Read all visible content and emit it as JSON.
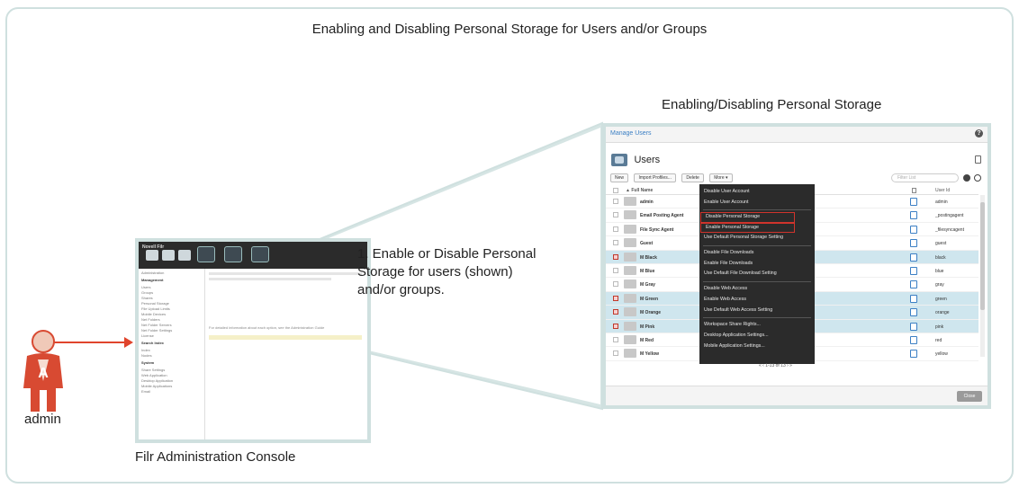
{
  "titles": {
    "main": "Enabling and Disabling Personal Storage for Users and/or Groups",
    "panel": "Enabling/Disabling Personal Storage",
    "console": "Filr Administration Console",
    "admin": "admin",
    "step_line1": "1. Enable or Disable Personal",
    "step_line2": "Storage for users (shown)",
    "step_line3": "and/or groups."
  },
  "console": {
    "logo": "Novell Filr",
    "nav_header": "Administration",
    "management_label": "Management",
    "nav_items": [
      "Users",
      "Groups",
      "Shares",
      "Personal Storage",
      "File Upload Limits",
      "Mobile Devices",
      "Net Folders",
      "Net Folder Servers",
      "Net Folder Settings",
      "License"
    ],
    "search_label": "Search Index",
    "search_items": [
      "Index",
      "Nodes"
    ],
    "system_label": "System",
    "system_items": [
      "Share Settings",
      "Web Application",
      "Desktop Application",
      "Mobile Applications",
      "Email"
    ],
    "note": "For detailed information about each option, see the Administration Guide"
  },
  "panel": {
    "breadcrumb": "Manage Users",
    "title": "Users",
    "toolbar": {
      "new": "New",
      "import": "Import Profiles...",
      "delete": "Delete",
      "more": "More ▾"
    },
    "filter_placeholder": "Filter List",
    "col_name": "▲ Full Name",
    "col_id": "User Id",
    "rows": [
      {
        "name": "admin",
        "id": "admin",
        "selected": false
      },
      {
        "name": "Email Posting Agent",
        "id": "_postingagent",
        "selected": false
      },
      {
        "name": "File Sync Agent",
        "id": "_filesyncagent",
        "selected": false
      },
      {
        "name": "Guest",
        "id": "guest",
        "selected": false
      },
      {
        "name": "M Black",
        "id": "black",
        "selected": true
      },
      {
        "name": "M Blue",
        "id": "blue",
        "selected": false
      },
      {
        "name": "M Gray",
        "id": "gray",
        "selected": false
      },
      {
        "name": "M Green",
        "id": "green",
        "selected": true
      },
      {
        "name": "M Orange",
        "id": "orange",
        "selected": true
      },
      {
        "name": "M Pink",
        "id": "pink",
        "selected": true
      },
      {
        "name": "M Red",
        "id": "red",
        "selected": false
      },
      {
        "name": "M Yellow",
        "id": "yellow",
        "selected": false
      }
    ],
    "pager": "« ‹  1-13 of 13  › »",
    "close": "Close",
    "menu": [
      {
        "label": "Disable User Account",
        "boxed": false
      },
      {
        "label": "Enable User Account",
        "boxed": false
      },
      {
        "sep": true
      },
      {
        "label": "Disable Personal Storage",
        "boxed": true
      },
      {
        "label": "Enable Personal Storage",
        "boxed": true
      },
      {
        "label": "Use Default Personal Storage Setting",
        "boxed": false
      },
      {
        "sep": true
      },
      {
        "label": "Disable File Downloads",
        "boxed": false
      },
      {
        "label": "Enable File Downloads",
        "boxed": false
      },
      {
        "label": "Use Default File Download Setting",
        "boxed": false
      },
      {
        "sep": true
      },
      {
        "label": "Disable Web Access",
        "boxed": false
      },
      {
        "label": "Enable Web Access",
        "boxed": false
      },
      {
        "label": "Use Default Web Access Setting",
        "boxed": false
      },
      {
        "sep": true
      },
      {
        "label": "Workspace Share Rights...",
        "boxed": false
      },
      {
        "label": "Desktop Application Settings...",
        "boxed": false
      },
      {
        "label": "Mobile Application Settings...",
        "boxed": false
      }
    ]
  },
  "colors": {
    "frame": "#cfe0df",
    "callout": "#cfe0df",
    "arrow": "#e0442c",
    "highlight_row": "#cfe6ee",
    "menu_bg": "#2b2b2b",
    "menu_box": "#d0342c",
    "admin_figure": "#d84a32"
  }
}
